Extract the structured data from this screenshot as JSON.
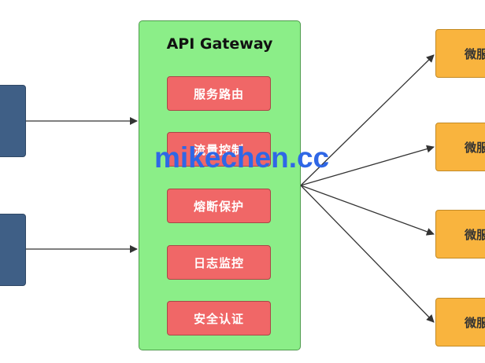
{
  "diagram": {
    "gateway_title": "API Gateway",
    "gateway_functions": [
      "服务路由",
      "流量控制",
      "熔断保护",
      "日志监控",
      "安全认证"
    ],
    "service_label_visible": "微服",
    "watermark": "mikechen.cc",
    "colors": {
      "client": "#3f5f86",
      "gateway": "#8bee88",
      "function_box": "#f06767",
      "service": "#f9b43e",
      "watermark": "#2f67e6",
      "arrow": "#333333"
    }
  }
}
